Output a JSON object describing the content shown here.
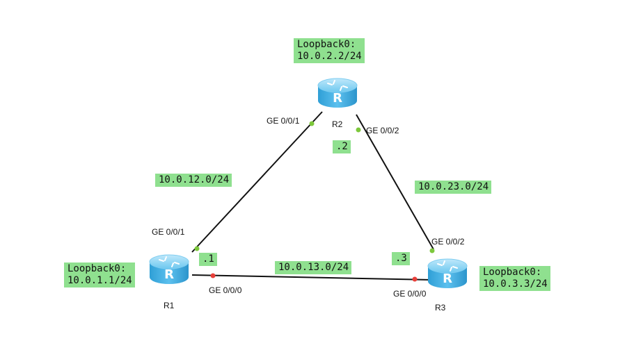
{
  "routers": {
    "r1": {
      "name": "R1",
      "loopback": "Loopback0:\n10.0.1.1/24",
      "host_suffix": ".1"
    },
    "r2": {
      "name": "R2",
      "loopback": "Loopback0:\n10.0.2.2/24",
      "host_suffix": ".2"
    },
    "r3": {
      "name": "R3",
      "loopback": "Loopback0:\n10.0.3.3/24",
      "host_suffix": ".3"
    }
  },
  "links": {
    "r1_r2": {
      "network": "10.0.12.0/24",
      "r1_port": "GE 0/0/1",
      "r2_port": "GE 0/0/1",
      "status": "up"
    },
    "r2_r3": {
      "network": "10.0.23.0/24",
      "r2_port": "GE 0/0/2",
      "r3_port": "GE 0/0/2",
      "status": "up"
    },
    "r1_r3": {
      "network": "10.0.13.0/24",
      "r1_port": "GE 0/0/0",
      "r3_port": "GE 0/0/0",
      "status": "down"
    }
  },
  "colors": {
    "label_bg": "#8fe08f",
    "port_up": "#7dc83c",
    "port_down": "#e8403a",
    "router_body": "#4ab4e6"
  },
  "icons": {
    "router": "router-icon"
  }
}
